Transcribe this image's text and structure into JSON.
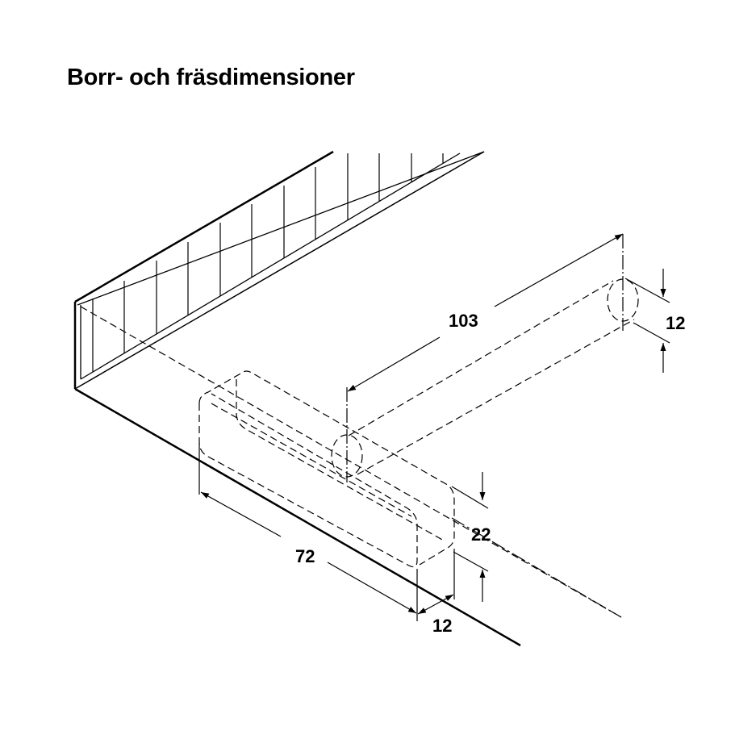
{
  "title": "Borr- och fräsdimensioner",
  "dimensions": {
    "hole_depth": "103",
    "hole_diameter": "12",
    "slot_height": "22",
    "slot_length": "72",
    "slot_width": "12"
  },
  "colors": {
    "line": "#000000",
    "background": "#ffffff"
  }
}
